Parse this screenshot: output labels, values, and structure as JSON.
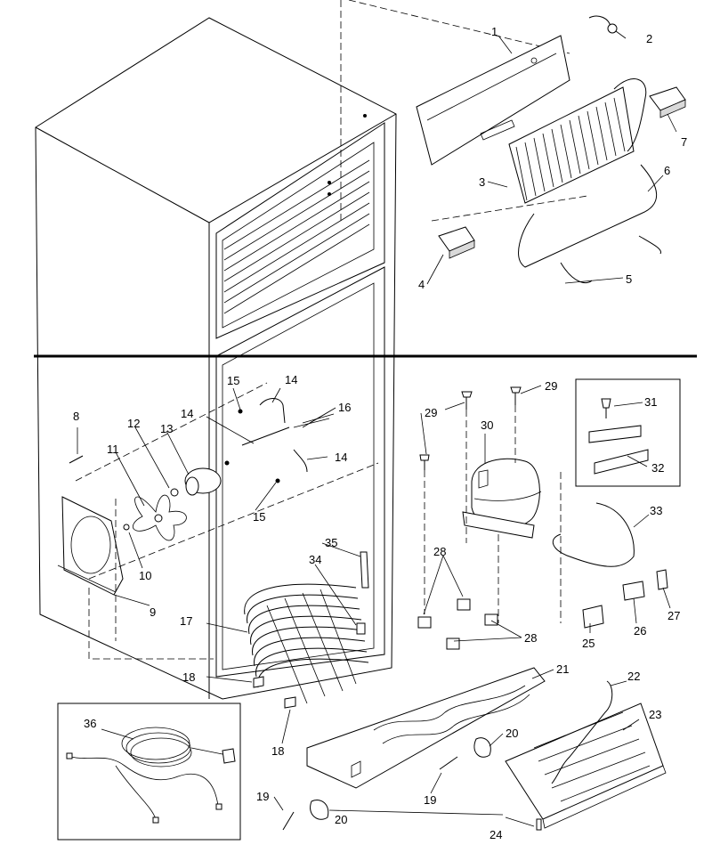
{
  "callouts": [
    {
      "id": "c1",
      "text": "1"
    },
    {
      "id": "c2",
      "text": "2"
    },
    {
      "id": "c3",
      "text": "3"
    },
    {
      "id": "c4",
      "text": "4"
    },
    {
      "id": "c5",
      "text": "5"
    },
    {
      "id": "c6",
      "text": "6"
    },
    {
      "id": "c7",
      "text": "7"
    },
    {
      "id": "c8",
      "text": "8"
    },
    {
      "id": "c9",
      "text": "9"
    },
    {
      "id": "c10",
      "text": "10"
    },
    {
      "id": "c11",
      "text": "11"
    },
    {
      "id": "c12",
      "text": "12"
    },
    {
      "id": "c13",
      "text": "13"
    },
    {
      "id": "c14a",
      "text": "14"
    },
    {
      "id": "c14b",
      "text": "14"
    },
    {
      "id": "c14c",
      "text": "14"
    },
    {
      "id": "c15a",
      "text": "15"
    },
    {
      "id": "c15b",
      "text": "15"
    },
    {
      "id": "c16",
      "text": "16"
    },
    {
      "id": "c17",
      "text": "17"
    },
    {
      "id": "c18a",
      "text": "18"
    },
    {
      "id": "c18b",
      "text": "18"
    },
    {
      "id": "c19a",
      "text": "19"
    },
    {
      "id": "c19b",
      "text": "19"
    },
    {
      "id": "c20a",
      "text": "20"
    },
    {
      "id": "c20b",
      "text": "20"
    },
    {
      "id": "c21",
      "text": "21"
    },
    {
      "id": "c22",
      "text": "22"
    },
    {
      "id": "c23",
      "text": "23"
    },
    {
      "id": "c24",
      "text": "24"
    },
    {
      "id": "c25",
      "text": "25"
    },
    {
      "id": "c26",
      "text": "26"
    },
    {
      "id": "c27",
      "text": "27"
    },
    {
      "id": "c28a",
      "text": "28"
    },
    {
      "id": "c28b",
      "text": "28"
    },
    {
      "id": "c29a",
      "text": "29"
    },
    {
      "id": "c29b",
      "text": "29"
    },
    {
      "id": "c30",
      "text": "30"
    },
    {
      "id": "c31",
      "text": "31"
    },
    {
      "id": "c32",
      "text": "32"
    },
    {
      "id": "c33",
      "text": "33"
    },
    {
      "id": "c34",
      "text": "34"
    },
    {
      "id": "c35",
      "text": "35"
    },
    {
      "id": "c36",
      "text": "36"
    }
  ]
}
